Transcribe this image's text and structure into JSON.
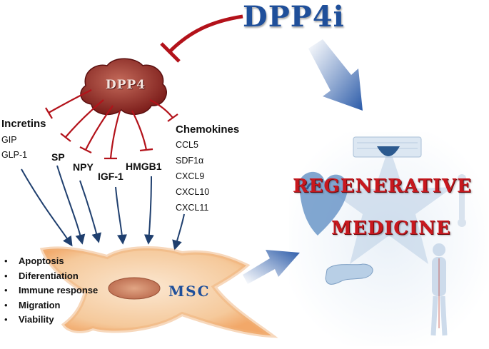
{
  "title": "DPP4i",
  "enzyme": "DPP4",
  "cell": "MSC",
  "outcome": [
    "REGENERATIVE",
    "MEDICINE"
  ],
  "incretins": {
    "heading": "Incretins",
    "items": [
      "GIP",
      "GLP-1"
    ]
  },
  "substrates": [
    "SP",
    "NPY",
    "IGF-1",
    "HMGB1"
  ],
  "chemokines": {
    "heading": "Chemokines",
    "items": [
      "CCL5",
      "SDF1α",
      "CXCL9",
      "CXCL10",
      "CXCL11"
    ]
  },
  "effects": [
    "Apoptosis",
    "Diferentiation",
    "Immune response",
    "Migration",
    "Viability"
  ],
  "colors": {
    "inhibit": "#b3121a",
    "arrow": "#1f3f6e",
    "accent": "#1f4f9a",
    "regen": "#c8181e"
  }
}
